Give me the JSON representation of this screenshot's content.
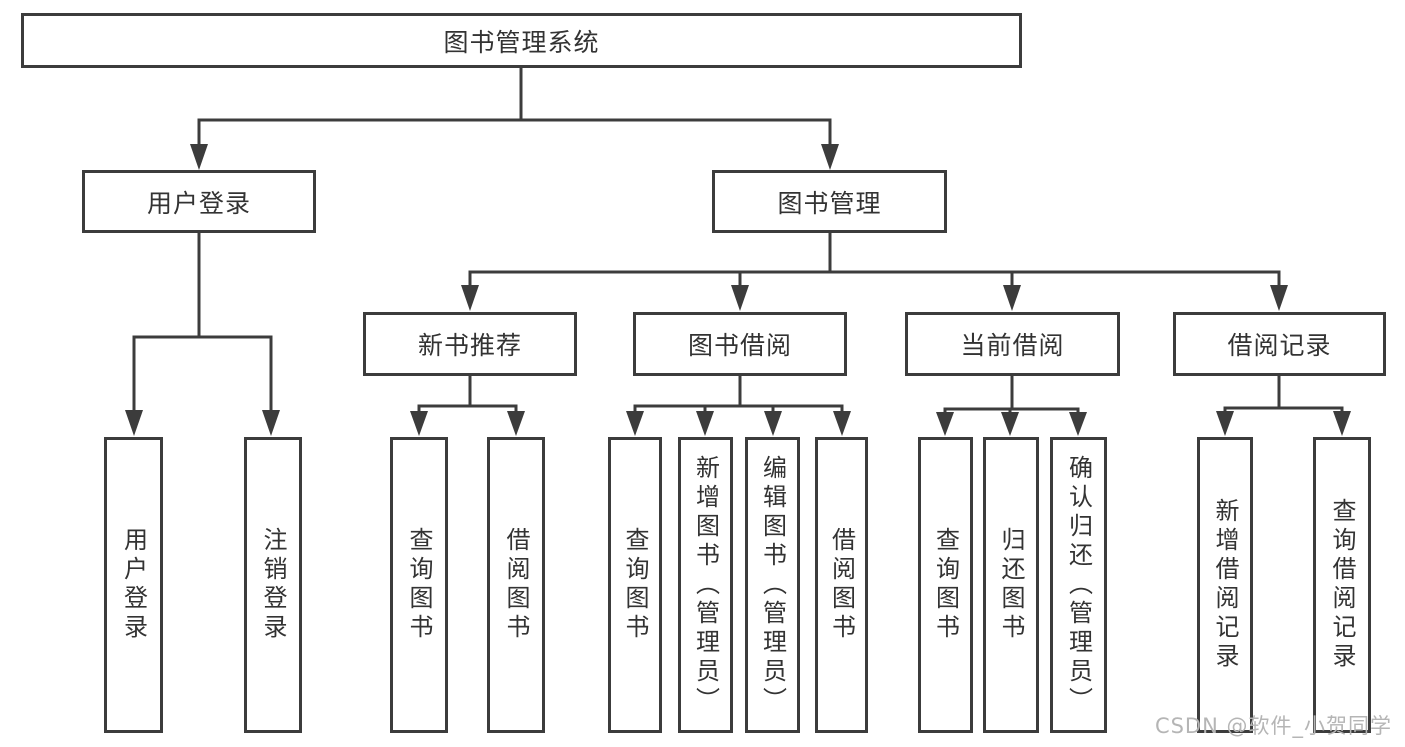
{
  "tree": {
    "root": {
      "label": "图书管理系统",
      "children": [
        {
          "label": "用户登录",
          "children": [
            {
              "label": "用户登录"
            },
            {
              "label": "注销登录"
            }
          ]
        },
        {
          "label": "图书管理",
          "children": [
            {
              "label": "新书推荐",
              "children": [
                {
                  "label": "查询图书"
                },
                {
                  "label": "借阅图书"
                }
              ]
            },
            {
              "label": "图书借阅",
              "children": [
                {
                  "label": "查询图书"
                },
                {
                  "label": "新增图书（管理员）"
                },
                {
                  "label": "编辑图书（管理员）"
                },
                {
                  "label": "借阅图书"
                }
              ]
            },
            {
              "label": "当前借阅",
              "children": [
                {
                  "label": "查询图书"
                },
                {
                  "label": "归还图书"
                },
                {
                  "label": "确认归还（管理员）"
                }
              ]
            },
            {
              "label": "借阅记录",
              "children": [
                {
                  "label": "新增借阅记录"
                },
                {
                  "label": "查询借阅记录"
                }
              ]
            }
          ]
        }
      ]
    }
  },
  "watermark": "CSDN @软件_小贺同学",
  "colors": {
    "line": "#3c3c3c",
    "box_border": "#3c3c3c",
    "text": "#333333",
    "watermark": "#b5b5b5",
    "background": "#ffffff"
  }
}
